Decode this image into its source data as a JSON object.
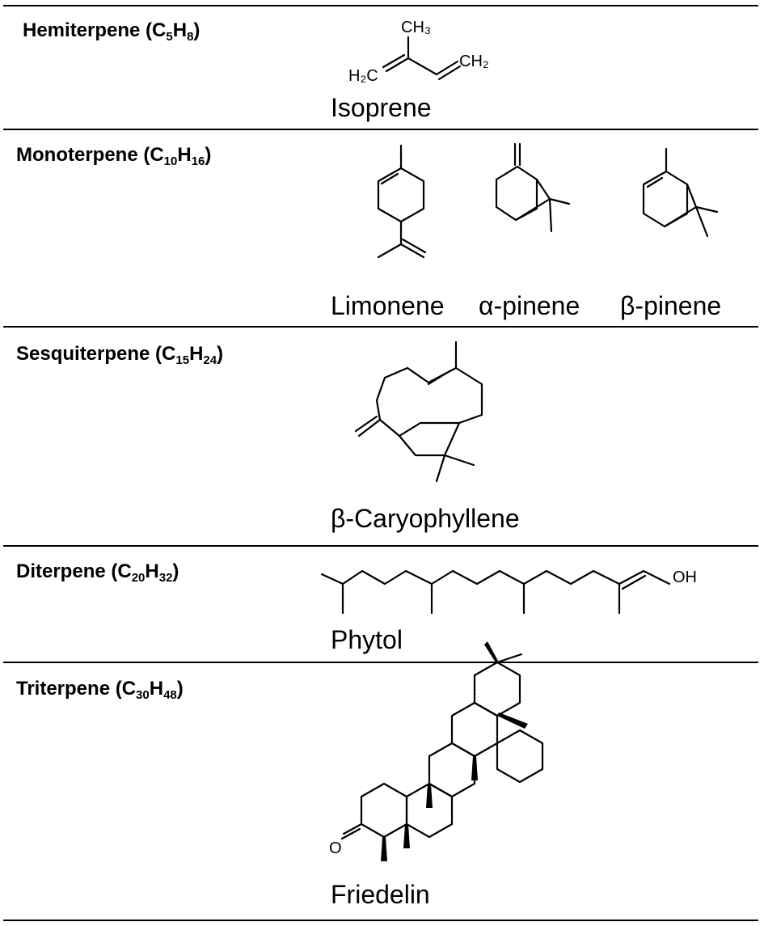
{
  "rows": [
    {
      "class_name": "Hemiterpene",
      "formula": {
        "c_sub": "5",
        "h_sub": "8"
      },
      "compounds": [
        {
          "name": "Isoprene",
          "atom_labels": {
            "methyl": "CH3",
            "left": "H2C",
            "right": "CH2"
          }
        }
      ]
    },
    {
      "class_name": "Monoterpene",
      "formula": {
        "c_sub": "10",
        "h_sub": "16"
      },
      "compounds": [
        {
          "name": "Limonene"
        },
        {
          "name": "α-pinene"
        },
        {
          "name": "β-pinene"
        }
      ]
    },
    {
      "class_name": "Sesquiterpene",
      "formula": {
        "c_sub": "15",
        "h_sub": "24"
      },
      "compounds": [
        {
          "name": "β-Caryophyllene"
        }
      ]
    },
    {
      "class_name": "Diterpene",
      "formula": {
        "c_sub": "20",
        "h_sub": "32"
      },
      "compounds": [
        {
          "name": "Phytol",
          "atom_labels": {
            "hydroxyl": "OH"
          }
        }
      ]
    },
    {
      "class_name": "Triterpene",
      "formula": {
        "c_sub": "30",
        "h_sub": "48"
      },
      "compounds": [
        {
          "name": "Friedelin",
          "atom_labels": {
            "carbonyl_oxygen": "O"
          }
        }
      ]
    }
  ]
}
